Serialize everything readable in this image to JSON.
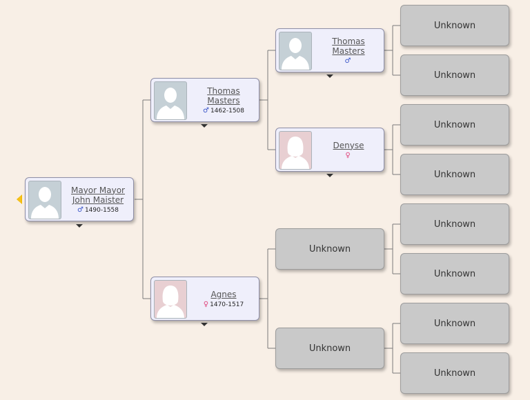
{
  "unknown_label": "Unknown",
  "people": {
    "root": {
      "name": "Mayor Mayor John Maister",
      "symbol": "♂",
      "years": "1490-1558",
      "sex": "male"
    },
    "father": {
      "name": "Thomas Masters",
      "symbol": "♂",
      "years": "1462-1508",
      "sex": "male"
    },
    "mother": {
      "name": "Agnes",
      "symbol": "♀",
      "years": "1470-1517",
      "sex": "female"
    },
    "paternal_grandfather": {
      "name": "Thomas Masters",
      "symbol": "♂",
      "years": "",
      "sex": "male"
    },
    "paternal_grandmother": {
      "name": "Denyse",
      "symbol": "♀",
      "years": "",
      "sex": "female"
    }
  },
  "icons": {
    "back": "chevron-left-icon",
    "expand": "caret-down-icon",
    "male": "male-symbol-icon",
    "female": "female-symbol-icon",
    "photo": "silhouette-icon"
  },
  "colors": {
    "background": "#f8efe6",
    "person_card": "#efeffb",
    "unknown_card": "#c9c9c9",
    "male": "#3a55c8",
    "female": "#e0447a",
    "back_arrow": "#f0b400"
  }
}
